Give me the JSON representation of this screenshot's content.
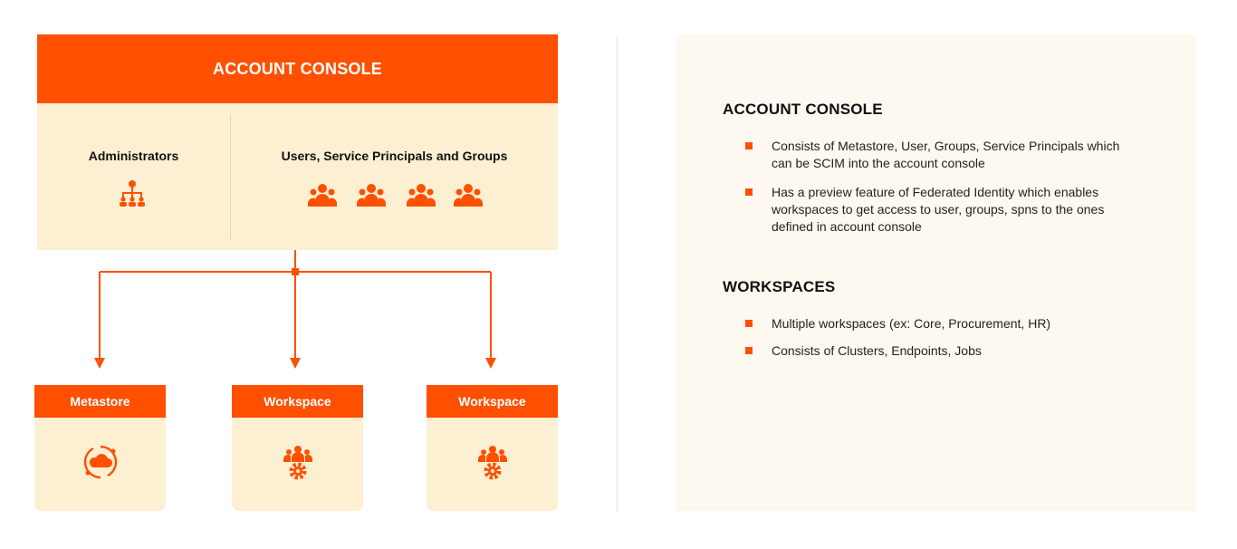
{
  "account_console": {
    "title": "ACCOUNT CONSOLE",
    "administrators_label": "Administrators",
    "users_label": "Users, Service Principals and Groups"
  },
  "boxes": [
    {
      "label": "Metastore",
      "icon": "cloud-sync-icon"
    },
    {
      "label": "Workspace",
      "icon": "team-gear-icon"
    },
    {
      "label": "Workspace",
      "icon": "team-gear-icon"
    }
  ],
  "details": {
    "account_title": "ACCOUNT CONSOLE",
    "account_items": [
      "Consists of Metastore, User, Groups, Service Principals which can be SCIM into the account console",
      "Has a preview feature of Federated Identity which enables workspaces to get access to user, groups, spns to the ones defined in account console"
    ],
    "workspaces_title": "WORKSPACES",
    "workspaces_items": [
      "Multiple workspaces (ex: Core, Procurement, HR)",
      "Consists of Clusters, Endpoints, Jobs"
    ]
  },
  "colors": {
    "accent": "#fe5000",
    "light_fill": "#fdefd2",
    "panel_fill": "#fdf9f1"
  }
}
